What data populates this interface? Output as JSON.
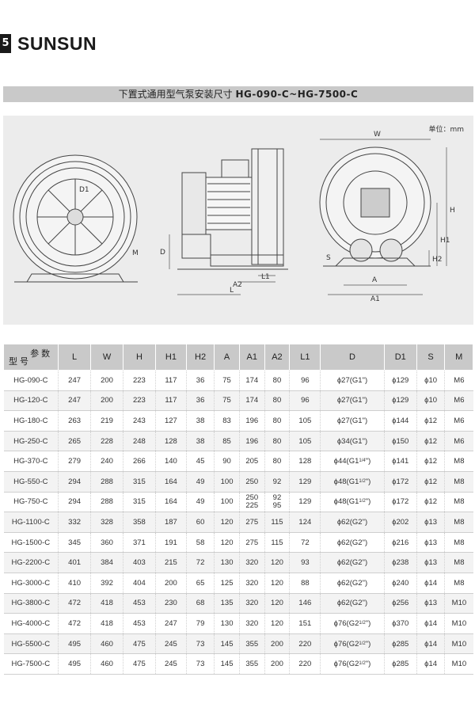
{
  "header": {
    "page_number": "5",
    "brand": "SUNSUN"
  },
  "title": {
    "cn": "下置式通用型气泵安装尺寸",
    "models": "HG-090-C~HG-7500-C"
  },
  "drawing": {
    "unit_label": "单位：mm",
    "labels": {
      "W": "W",
      "H": "H",
      "H1": "H1",
      "H2": "H2",
      "A": "A",
      "A1": "A1",
      "A2": "A2",
      "L": "L",
      "L1": "L1",
      "D": "D",
      "D1": "D1",
      "S": "S",
      "M": "M"
    }
  },
  "table": {
    "corner_top": "参 数",
    "corner_bottom": "型 号",
    "columns": [
      "L",
      "W",
      "H",
      "H1",
      "H2",
      "A",
      "A1",
      "A2",
      "L1",
      "D",
      "D1",
      "S",
      "M"
    ],
    "rows": [
      {
        "model": "HG-090-C",
        "L": "247",
        "W": "200",
        "H": "223",
        "H1": "117",
        "H2": "36",
        "A": "75",
        "A1": "174",
        "A2": "80",
        "L1": "96",
        "D": "ϕ27(G1\")",
        "D1": "ϕ129",
        "S": "ϕ10",
        "M": "M6"
      },
      {
        "model": "HG-120-C",
        "L": "247",
        "W": "200",
        "H": "223",
        "H1": "117",
        "H2": "36",
        "A": "75",
        "A1": "174",
        "A2": "80",
        "L1": "96",
        "D": "ϕ27(G1\")",
        "D1": "ϕ129",
        "S": "ϕ10",
        "M": "M6"
      },
      {
        "model": "HG-180-C",
        "L": "263",
        "W": "219",
        "H": "243",
        "H1": "127",
        "H2": "38",
        "A": "83",
        "A1": "196",
        "A2": "80",
        "L1": "105",
        "D": "ϕ27(G1\")",
        "D1": "ϕ144",
        "S": "ϕ12",
        "M": "M6"
      },
      {
        "model": "HG-250-C",
        "L": "265",
        "W": "228",
        "H": "248",
        "H1": "128",
        "H2": "38",
        "A": "85",
        "A1": "196",
        "A2": "80",
        "L1": "105",
        "D": "ϕ34(G1\")",
        "D1": "ϕ150",
        "S": "ϕ12",
        "M": "M6"
      },
      {
        "model": "HG-370-C",
        "L": "279",
        "W": "240",
        "H": "266",
        "H1": "140",
        "H2": "45",
        "A": "90",
        "A1": "205",
        "A2": "80",
        "L1": "128",
        "D": "ϕ44(G1",
        "D_frac": "1/4",
        "D_tail": "\")",
        "D1": "ϕ141",
        "S": "ϕ12",
        "M": "M8"
      },
      {
        "model": "HG-550-C",
        "L": "294",
        "W": "288",
        "H": "315",
        "H1": "164",
        "H2": "49",
        "A": "100",
        "A1": "250",
        "A2": "92",
        "L1": "129",
        "D": "ϕ48(G1",
        "D_frac": "1/2",
        "D_tail": "\")",
        "D1": "ϕ172",
        "S": "ϕ12",
        "M": "M8"
      },
      {
        "model": "HG-750-C",
        "L": "294",
        "W": "288",
        "H": "315",
        "H1": "164",
        "H2": "49",
        "A": "100",
        "A1": "250",
        "A1_b": "225",
        "A2": "92",
        "A2_b": "95",
        "L1": "129",
        "D": "ϕ48(G1",
        "D_frac": "1/2",
        "D_tail": "\")",
        "D1": "ϕ172",
        "S": "ϕ12",
        "M": "M8"
      },
      {
        "model": "HG-1100-C",
        "L": "332",
        "W": "328",
        "H": "358",
        "H1": "187",
        "H2": "60",
        "A": "120",
        "A1": "275",
        "A2": "115",
        "L1": "124",
        "D": "ϕ62(G2\")",
        "D1": "ϕ202",
        "S": "ϕ13",
        "M": "M8"
      },
      {
        "model": "HG-1500-C",
        "L": "345",
        "W": "360",
        "H": "371",
        "H1": "191",
        "H2": "58",
        "A": "120",
        "A1": "275",
        "A2": "115",
        "L1": "72",
        "D": "ϕ62(G2\")",
        "D1": "ϕ216",
        "S": "ϕ13",
        "M": "M8"
      },
      {
        "model": "HG-2200-C",
        "L": "401",
        "W": "384",
        "H": "403",
        "H1": "215",
        "H2": "72",
        "A": "130",
        "A1": "320",
        "A2": "120",
        "L1": "93",
        "D": "ϕ62(G2\")",
        "D1": "ϕ238",
        "S": "ϕ13",
        "M": "M8"
      },
      {
        "model": "HG-3000-C",
        "L": "410",
        "W": "392",
        "H": "404",
        "H1": "200",
        "H2": "65",
        "A": "125",
        "A1": "320",
        "A2": "120",
        "L1": "88",
        "D": "ϕ62(G2\")",
        "D1": "ϕ240",
        "S": "ϕ14",
        "M": "M8"
      },
      {
        "model": "HG-3800-C",
        "L": "472",
        "W": "418",
        "H": "453",
        "H1": "230",
        "H2": "68",
        "A": "135",
        "A1": "320",
        "A2": "120",
        "L1": "146",
        "D": "ϕ62(G2\")",
        "D1": "ϕ256",
        "S": "ϕ13",
        "M": "M10"
      },
      {
        "model": "HG-4000-C",
        "L": "472",
        "W": "418",
        "H": "453",
        "H1": "247",
        "H2": "79",
        "A": "130",
        "A1": "320",
        "A2": "120",
        "L1": "151",
        "D": "ϕ76(G2",
        "D_frac": "1/2",
        "D_tail": "\")",
        "D1": "ϕ370",
        "S": "ϕ14",
        "M": "M10"
      },
      {
        "model": "HG-5500-C",
        "L": "495",
        "W": "460",
        "H": "475",
        "H1": "245",
        "H2": "73",
        "A": "145",
        "A1": "355",
        "A2": "200",
        "L1": "220",
        "D": "ϕ76(G2",
        "D_frac": "1/2",
        "D_tail": "\")",
        "D1": "ϕ285",
        "S": "ϕ14",
        "M": "M10"
      },
      {
        "model": "HG-7500-C",
        "L": "495",
        "W": "460",
        "H": "475",
        "H1": "245",
        "H2": "73",
        "A": "145",
        "A1": "355",
        "A2": "200",
        "L1": "220",
        "D": "ϕ76(G2",
        "D_frac": "1/2",
        "D_tail": "\")",
        "D1": "ϕ285",
        "S": "ϕ14",
        "M": "M10"
      }
    ]
  }
}
